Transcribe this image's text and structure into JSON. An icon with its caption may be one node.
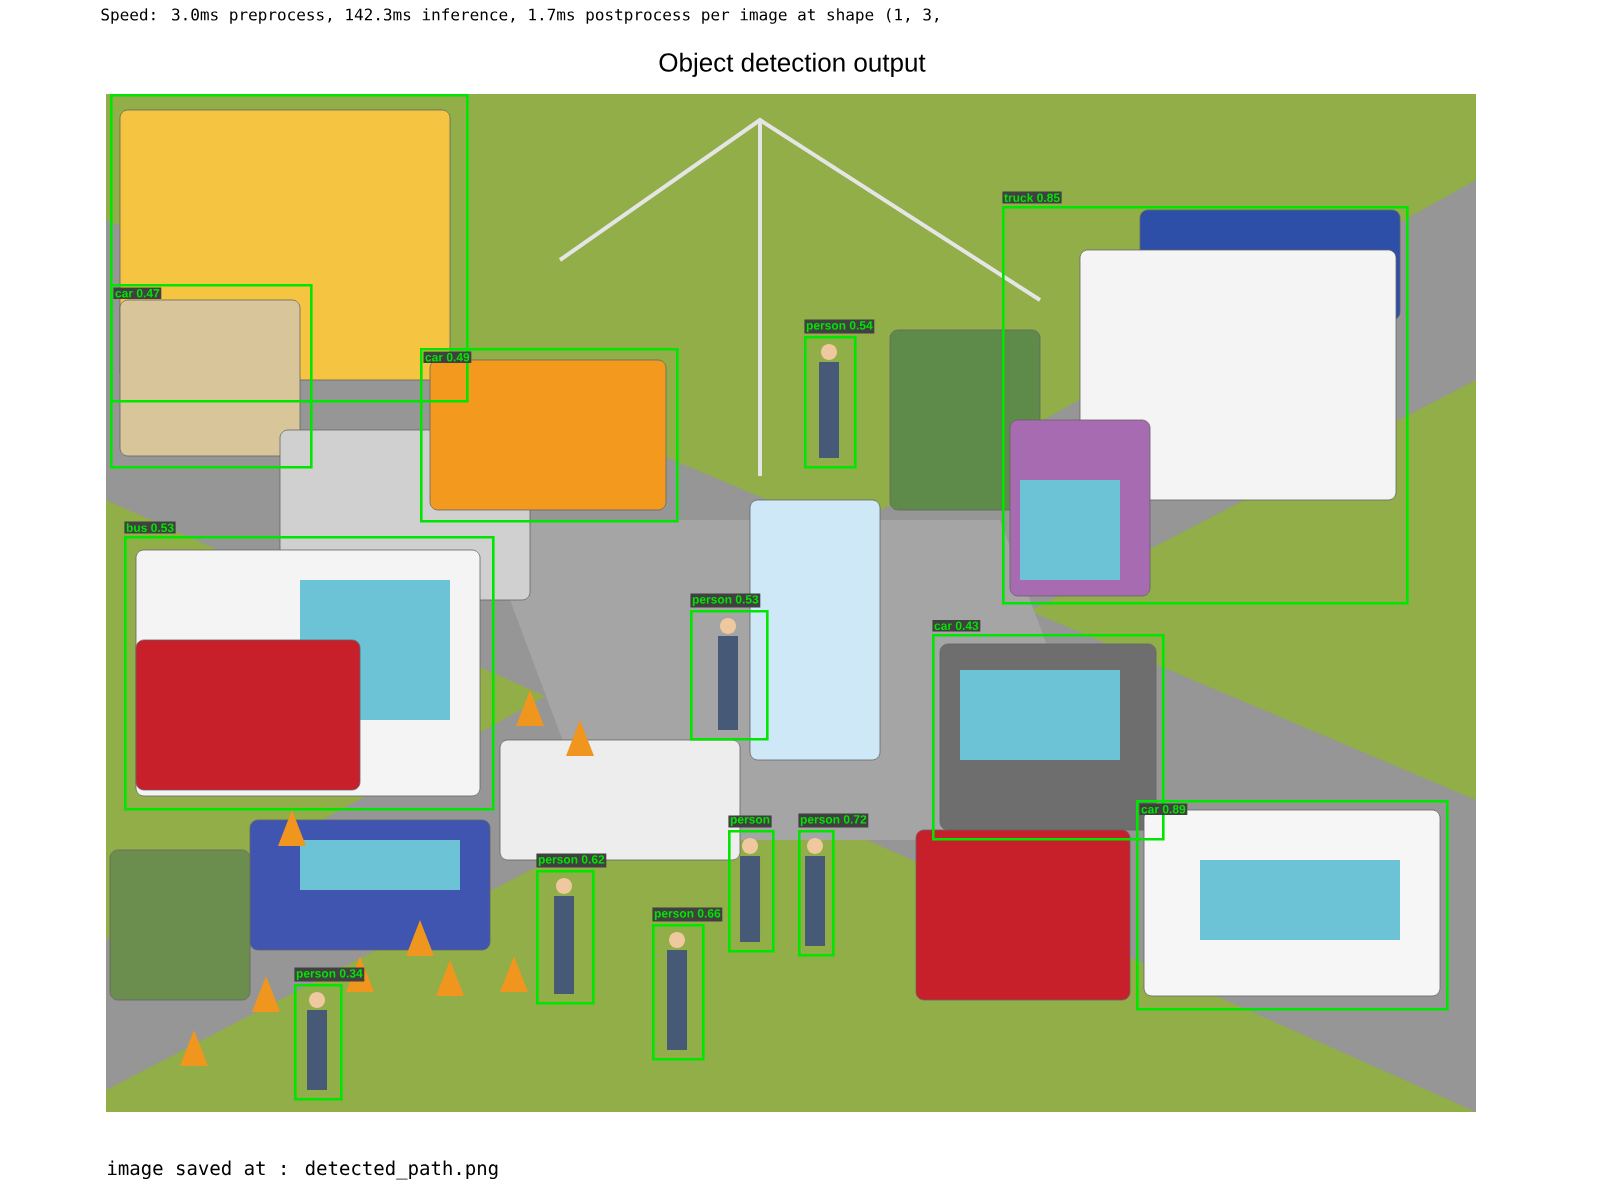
{
  "diagram": {
    "title": "Object detection output",
    "nodes": [
      {
        "text": [],
        "shape": "box"
      },
      {
        "text": [
          "truck 0.85"
        ]
      },
      {
        "text": [
          "car 0.47"
        ]
      },
      {
        "text": [
          "person 0.54"
        ]
      },
      {
        "text": [
          "car 0.49"
        ]
      },
      {
        "text": [
          "bus 0.53"
        ]
      },
      {
        "text": [
          "person 0.53"
        ]
      },
      {
        "text": [
          "car 0.43"
        ]
      },
      {
        "text": [
          "car 0.89"
        ]
      },
      {
        "text": [
          "person"
        ]
      },
      {
        "text": [
          "person 0.72"
        ]
      },
      {
        "text": [
          "person 0.62"
        ]
      },
      {
        "text": [
          "person 0.66"
        ]
      },
      {
        "text": [
          "person 0.34"
        ]
      }
    ],
    "labels": [
      "Speed: 3.0ms preprocess, 142.3ms inference, 1.7ms postprocess per image at shape (1, 3,",
      "image saved at : detected_path.png"
    ]
  }
}
